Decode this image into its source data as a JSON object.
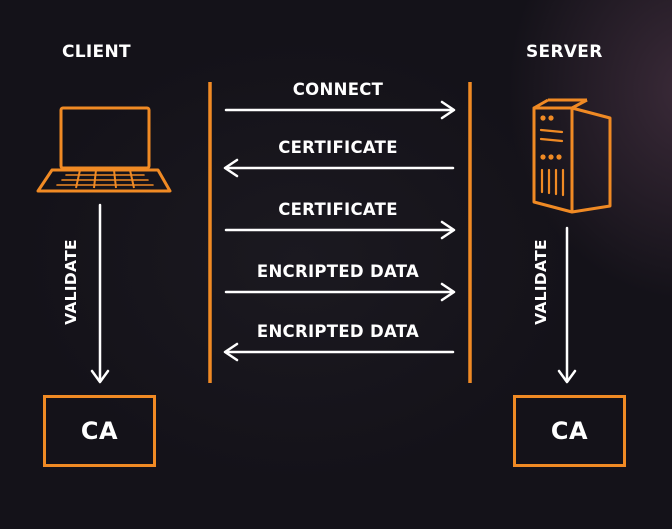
{
  "headings": {
    "client": "CLIENT",
    "server": "SERVER"
  },
  "messages": [
    {
      "label": "CONNECT",
      "direction": "to-server"
    },
    {
      "label": "CERTIFICATE",
      "direction": "to-client"
    },
    {
      "label": "CERTIFICATE",
      "direction": "to-server"
    },
    {
      "label": "ENCRIPTED DATA",
      "direction": "to-server"
    },
    {
      "label": "ENCRIPTED DATA",
      "direction": "to-client"
    }
  ],
  "client_validate": "VALIDATE",
  "server_validate": "VALIDATE",
  "client_ca": "CA",
  "server_ca": "CA",
  "icons": {
    "client": "laptop-icon",
    "server": "server-tower-icon"
  },
  "colors": {
    "accent": "#f08a24",
    "text": "#ffffff",
    "background": "#14121a"
  }
}
